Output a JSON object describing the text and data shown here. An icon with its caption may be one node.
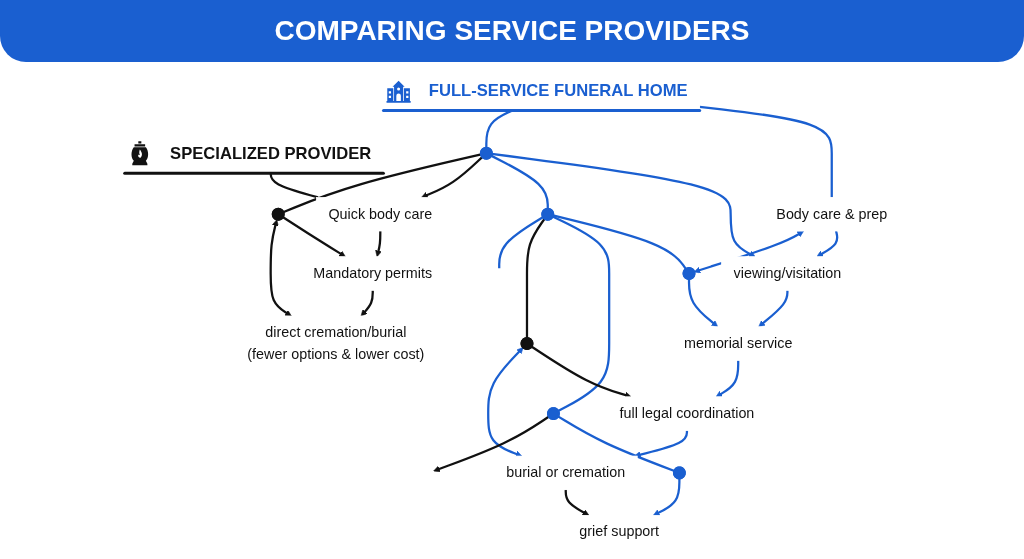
{
  "diagram": {
    "title": "COMPARING SERVICE PROVIDERS",
    "nodes": [
      {
        "text": [
          "FULL-SERVICE FUNERAL HOME"
        ]
      },
      {
        "text": [
          "Body care & prep"
        ]
      },
      {
        "text": [
          "viewing/visitation"
        ]
      },
      {
        "text": [
          "memorial service"
        ]
      },
      {
        "text": [
          "full legal coordination"
        ]
      },
      {
        "text": [
          "burial or cremation"
        ]
      },
      {
        "text": [
          "grief support"
        ]
      },
      {
        "text": [
          "SPECIALIZED PROVIDER"
        ]
      },
      {
        "text": [
          "Quick body care"
        ]
      },
      {
        "text": [
          "Mandatory permits"
        ]
      },
      {
        "text": [
          "direct cremation/burial",
          "(fewer options & lower cost)"
        ]
      },
      {
        "text": [],
        "shape": "circle"
      },
      {
        "text": [],
        "shape": "circle"
      },
      {
        "text": [],
        "shape": "circle"
      },
      {
        "text": [],
        "shape": "circle"
      },
      {
        "text": [],
        "shape": "circle"
      },
      {
        "text": [],
        "shape": "circle"
      },
      {
        "text": [],
        "shape": "circle"
      }
    ],
    "edges": [
      {
        "from": 0,
        "to": 1,
        "arrow": "none"
      },
      {
        "from": 1,
        "to": 2,
        "arrow": "to"
      },
      {
        "from": 2,
        "to": 3,
        "arrow": "to"
      },
      {
        "from": 3,
        "to": 4,
        "arrow": "to"
      },
      {
        "from": 4,
        "to": 5,
        "arrow": "to"
      },
      {
        "from": 5,
        "to": 6,
        "arrow": "to",
        "color": "#111111"
      },
      {
        "from": 0,
        "to": 11,
        "arrow": "none"
      },
      {
        "from": 11,
        "to": 2,
        "arrow": "to"
      },
      {
        "from": 1,
        "to": 15,
        "arrow": "both"
      },
      {
        "from": 12,
        "to": 15,
        "arrow": "none"
      },
      {
        "from": 15,
        "to": 3,
        "arrow": "to"
      },
      {
        "from": 11,
        "to": 12,
        "arrow": "none"
      },
      {
        "from": 12,
        "to": 13,
        "arrow": "none"
      },
      {
        "from": 13,
        "to": 14,
        "arrow": "none"
      },
      {
        "from": 14,
        "to": 6,
        "arrow": "to"
      },
      {
        "from": 11,
        "to": 8,
        "arrow": "to",
        "color": "#111111"
      },
      {
        "from": 11,
        "to": 17,
        "arrow": "none",
        "color": "#111111"
      },
      {
        "from": 17,
        "to": 9,
        "arrow": "to",
        "color": "#111111"
      },
      {
        "from": 17,
        "to": 10,
        "arrow": "both",
        "color": "#111111"
      },
      {
        "from": 7,
        "to": 8,
        "arrow": "none",
        "color": "#111111"
      },
      {
        "from": 8,
        "to": 9,
        "arrow": "to",
        "color": "#111111"
      },
      {
        "from": 9,
        "to": 10,
        "arrow": "to",
        "color": "#111111"
      },
      {
        "from": 12,
        "to": 16,
        "arrow": "none",
        "color": "#111111"
      },
      {
        "from": 16,
        "to": 4,
        "arrow": "to",
        "color": "#111111"
      },
      {
        "from": 16,
        "to": 5,
        "arrow": "both"
      },
      {
        "from": 13,
        "to": null,
        "arrow": "to",
        "color": "#111111"
      },
      {
        "from": 12,
        "to": null,
        "arrow": "none"
      }
    ]
  }
}
